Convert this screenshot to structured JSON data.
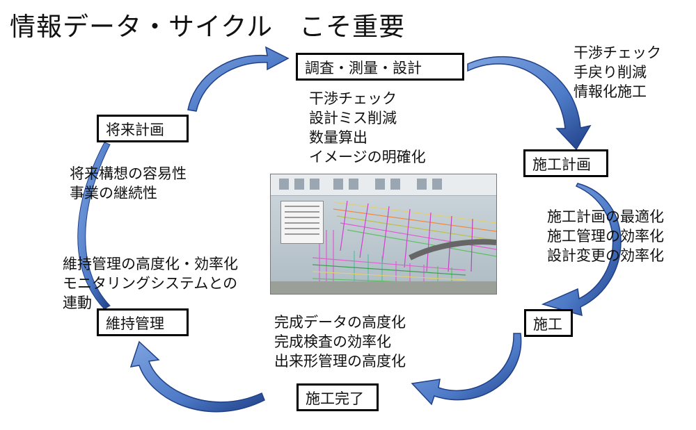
{
  "title": "情報データ・サイクル　こそ重要",
  "stages": {
    "survey": "調査・測量・設計",
    "construction_plan": "施工計画",
    "construction": "施工",
    "completion": "施工完了",
    "maintenance": "維持管理",
    "future_plan": "将来計画"
  },
  "notes": {
    "top_right": [
      "干渉チェック",
      "手戻り削減",
      "情報化施工"
    ],
    "design": [
      "干渉チェック",
      "設計ミス削減",
      "数量算出",
      "イメージの明確化"
    ],
    "construction_plan": [
      "施工計画の最適化",
      "施工管理の効率化",
      "設計変更の効率化"
    ],
    "completion": [
      "完成データの高度化",
      "完成検査の効率化",
      "出来形管理の高度化"
    ],
    "maintenance": [
      "維持管理の高度化・効率化",
      "モニタリングシステムとの",
      "連動"
    ],
    "future": [
      "将来構想の容易性",
      "事業の継続性"
    ]
  },
  "colors": {
    "arrow_fill": "#4d7ac7",
    "arrow_dark": "#1f3f86",
    "box_border": "#000000"
  },
  "icons": {
    "arrow": "curved-arrow-icon",
    "screenshot": "bim-3d-model-screenshot"
  }
}
